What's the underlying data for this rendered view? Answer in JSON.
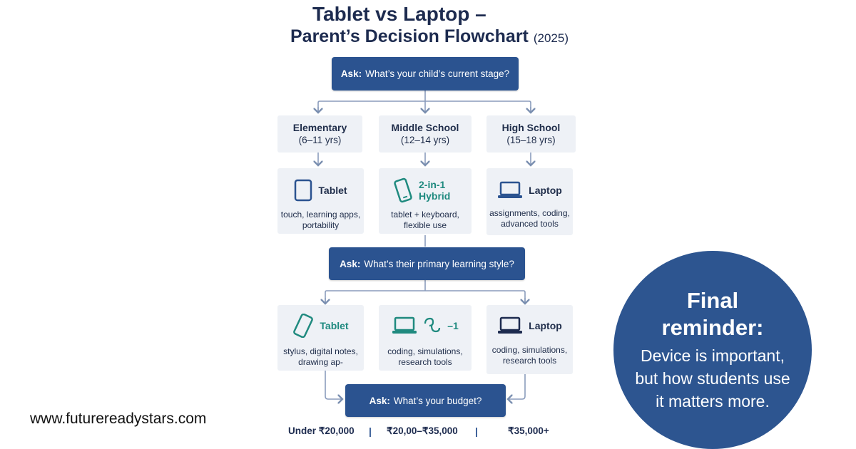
{
  "title": {
    "line1": "Tablet vs Laptop –",
    "line2": "Parent’s Decision Flowchart",
    "year": "(2025)"
  },
  "q1": {
    "ask": "Ask:",
    "text": "What’s your child’s current stage?"
  },
  "stages": [
    {
      "name": "Elementary",
      "range": "(6–11 yrs)"
    },
    {
      "name": "Middle School",
      "range": "(12–14 yrs)"
    },
    {
      "name": "High School",
      "range": "(15–18 yrs)"
    }
  ],
  "devices1": [
    {
      "label": "Tablet",
      "desc": "touch, learning apps, portability",
      "icon": "tablet-icon"
    },
    {
      "label": "2-in-1 Hybrid",
      "desc": "tablet + keyboard, flexible use",
      "icon": "phone-hybrid-icon"
    },
    {
      "label": "Laptop",
      "desc": "assignments, coding, advanced tools",
      "icon": "laptop-icon"
    }
  ],
  "q2": {
    "ask": "Ask:",
    "text": "What’s their primary learning style?"
  },
  "devices2": [
    {
      "label": "Tablet",
      "desc": "stylus, digital notes, drawing ap-",
      "icon": "stylus-tablet-icon"
    },
    {
      "label": "–1",
      "desc": "coding, simulations, research tools",
      "icon": "laptop-hybrid-icon"
    },
    {
      "label": "Laptop",
      "desc": "coding, simulations, research tools",
      "icon": "laptop-icon"
    }
  ],
  "q3": {
    "ask": "Ask:",
    "text": "What’s your budget?"
  },
  "budget": [
    "Under ₹20,000",
    "₹20,00–₹35,000",
    "₹35,000+"
  ],
  "separator": "|",
  "website": "www.futurereadystars.com",
  "reminder": {
    "heading": "Final reminder:",
    "body": "Device is important, but how students use it matters more."
  },
  "colors": {
    "navy": "#2b5390",
    "card": "#eef1f6",
    "teal": "#1f8a7f",
    "arrow": "#7a8fb0"
  }
}
